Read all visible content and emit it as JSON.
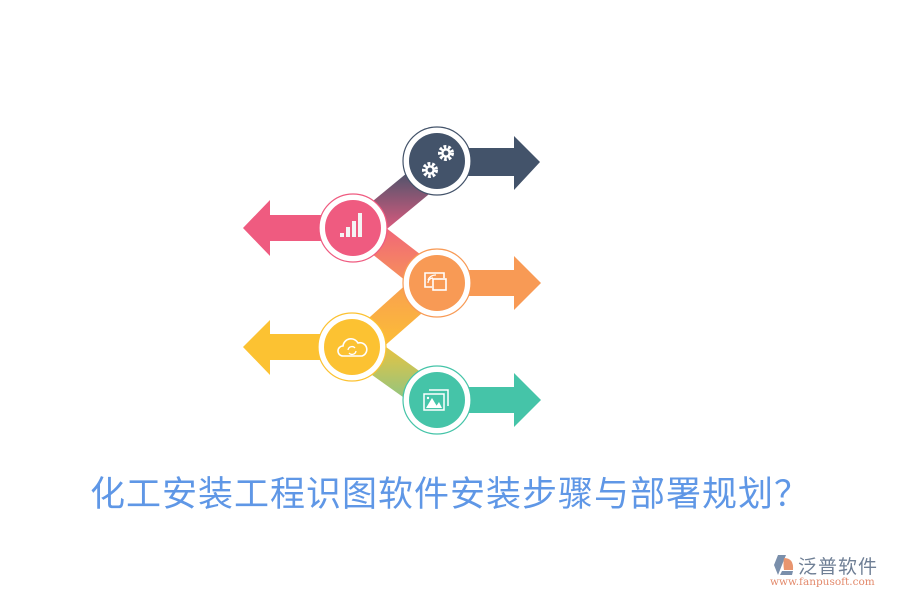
{
  "title": "化工安装工程识图软件安装步骤与部署规划？",
  "logo": {
    "name": "泛普软件",
    "url": "www.fanpusoft.com",
    "colors": {
      "blue": "#7a8fab",
      "orange": "#e8956f"
    }
  },
  "diagram": {
    "type": "zigzag-arrow-infographic",
    "steps": [
      {
        "index": 1,
        "icon": "gears-icon",
        "direction": "right",
        "color": "#43536a"
      },
      {
        "index": 2,
        "icon": "signal-bars-icon",
        "direction": "left",
        "color": "#ef5b80"
      },
      {
        "index": 3,
        "icon": "screen-cast-icon",
        "direction": "right",
        "color": "#f89a55"
      },
      {
        "index": 4,
        "icon": "cloud-sync-icon",
        "direction": "left",
        "color": "#fcc232"
      },
      {
        "index": 5,
        "icon": "image-gallery-icon",
        "direction": "right",
        "color": "#45c4a8"
      }
    ]
  }
}
